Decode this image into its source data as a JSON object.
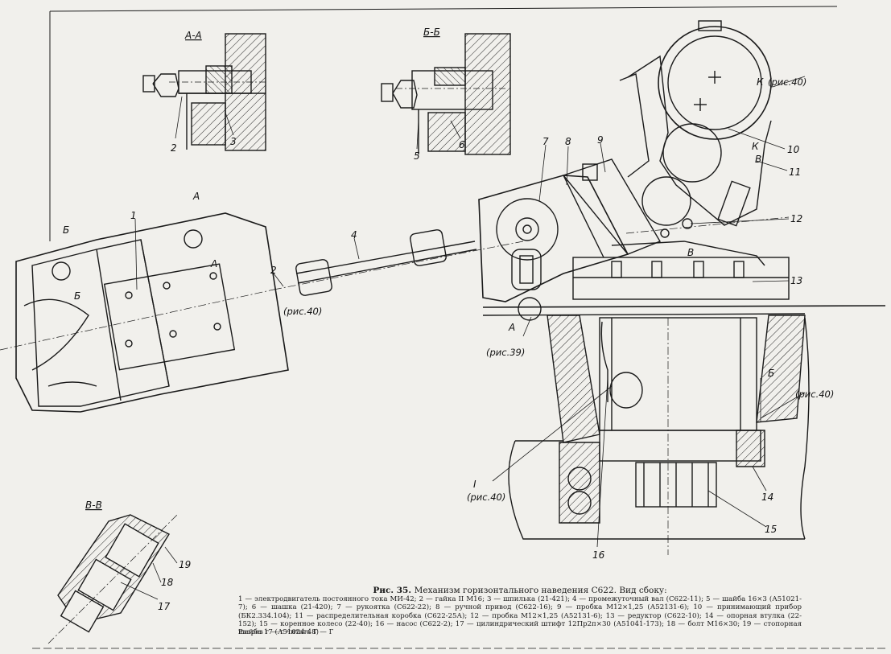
{
  "figure": {
    "title_bold": "Рис. 35.",
    "title_text": "Механизм горизонтального наведения С622. Вид сбоку:",
    "legend": "1 — электродвигатель постоянного тока МИ-42; 2 — гайка II М16; 3 — шпилька (21-421); 4 — промежуточный вал (С622-11); 5 — шайба 16×3 (А51021-7); 6 — шашка (21-420); 7 — рукоятка (С622-22); 8 — ручной привод (С622-16); 9 — пробка М12×1,25 (А52131-6); 10 — принимающий прибор (БК2.334.104); 11 — распределительная коробка (С622-25А); 12 — пробка М12×1,25 (А52131-6); 13 — редуктор (С622-10); 14 — опорная втулка (22-152); 15 — коренное колесо (22-40); 16 — насос (С622-2); 17 — цилиндрический штифт 12Пр2п×30 (А51041-173); 18 — болт М16×30; 19 — стопорная шайба 17 (А51024-48)",
    "note": "Разрез г — г читать Г — Г"
  },
  "sections": {
    "aa": "А-А",
    "bb": "Б-Б",
    "vv": "В-В"
  },
  "markers": {
    "a": "А",
    "b": "Б",
    "v": "В",
    "k": "К",
    "i": "I"
  },
  "refs": {
    "fig40": "(рис.40)",
    "fig39": "(рис.39)"
  },
  "callouts": [
    "1",
    "2",
    "3",
    "4",
    "5",
    "6",
    "7",
    "8",
    "9",
    "10",
    "11",
    "12",
    "13",
    "14",
    "15",
    "16",
    "17",
    "18",
    "19"
  ],
  "colors": {
    "paper": "#f1f0ec",
    "ink": "#1a1a1a"
  }
}
